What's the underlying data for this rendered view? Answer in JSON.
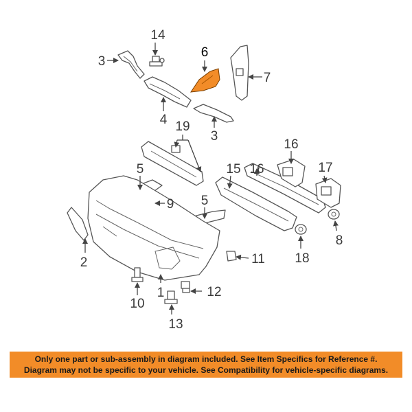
{
  "diagram": {
    "highlight_color": "#f28c28",
    "callouts": [
      "1",
      "2",
      "3",
      "3",
      "4",
      "5",
      "5",
      "6",
      "7",
      "8",
      "9",
      "10",
      "11",
      "12",
      "13",
      "14",
      "15",
      "16",
      "16",
      "17",
      "18",
      "19"
    ]
  },
  "disclaimer": {
    "line1": "Only one part or sub-assembly in diagram included. See Item Specifics for Reference #.",
    "line2": "Diagram may not be specific to your vehicle. See Compatibility for vehicle-specific diagrams.",
    "background": "#f28c28"
  }
}
